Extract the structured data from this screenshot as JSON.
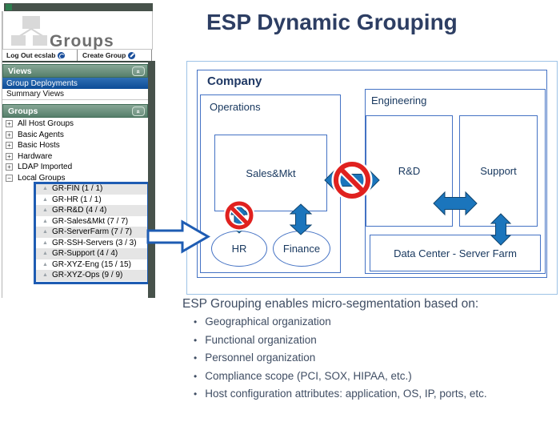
{
  "glyphs": {
    "plus": "+",
    "minus": "−",
    "triangle": "▲",
    "chevrons": "«"
  },
  "colors": {
    "accent_blue": "#1e5cb3",
    "arrow_blue": "#1b75bc",
    "box_border_blue": "#4472c4",
    "outer_frame_blue": "#9dc3e6",
    "navy_text": "#1f3864",
    "prohibit_red": "#e0211f",
    "panel_green": "#567f6b",
    "selected_row_blue": "#0c4c97",
    "dark_strip": "#47524b"
  },
  "sidebar": {
    "logo_title": "Groups",
    "tabs": [
      {
        "label": "Log Out ecslab"
      },
      {
        "label": "Create Group"
      }
    ],
    "views_panel": {
      "title": "Views",
      "selected_item": "Group Deployments",
      "item2": "Summary Views"
    },
    "groups_panel": {
      "title": "Groups",
      "parent_nodes": [
        "All Host Groups",
        "Basic Agents",
        "Basic Hosts",
        "Hardware",
        "LDAP Imported",
        "Local Groups"
      ],
      "child_nodes": [
        "GR-FIN (1 / 1)",
        "GR-HR (1 / 1)",
        "GR-R&D (4 / 4)",
        "GR-Sales&Mkt (7 / 7)",
        "GR-ServerFarm (7 / 7)",
        "GR-SSH-Servers (3 / 3)",
        "GR-Support (4 / 4)",
        "GR-XYZ-Eng (15 / 15)",
        "GR-XYZ-Ops (9 / 9)"
      ]
    }
  },
  "main": {
    "title": "ESP Dynamic Grouping",
    "diagram": {
      "company_label": "Company",
      "operations_label": "Operations",
      "sales_label": "Sales&Mkt",
      "hr_label": "HR",
      "finance_label": "Finance",
      "engineering_label": "Engineering",
      "rd_label": "R&D",
      "support_label": "Support",
      "datacenter_label": "Data Center - Server Farm"
    },
    "caption": "ESP Grouping enables micro-segmentation based on:",
    "bullets": [
      "Geographical organization",
      "Functional organization",
      "Personnel organization",
      "Compliance scope (PCI, SOX, HIPAA, etc.)",
      "Host configuration attributes: application, OS, IP, ports, etc."
    ]
  }
}
